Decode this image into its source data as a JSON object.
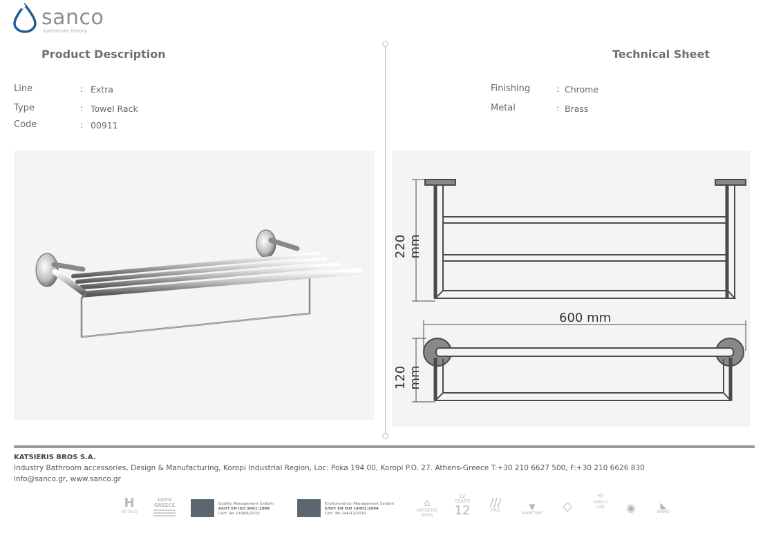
{
  "brand": {
    "name": "sanco",
    "tagline": "bathroom theory"
  },
  "left": {
    "heading": "Product Description",
    "fields": [
      {
        "label": "Line",
        "value": "Extra"
      },
      {
        "label": "Type",
        "value": "Towel Rack"
      },
      {
        "label": "Code",
        "value": "00911"
      }
    ]
  },
  "right": {
    "heading": "Technical Sheet",
    "fields": [
      {
        "label": "Finishing",
        "value": "Chrome"
      },
      {
        "label": "Metal",
        "value": "Brass"
      }
    ]
  },
  "separator": ":",
  "dimensions": {
    "height": "220 mm",
    "width": "600 mm",
    "depth": "120 mm"
  },
  "footer": {
    "company": "KATSIERIS BROS S.A.",
    "address": "Industry Bathroom accessories, Design & Manufacturing, Koropi Industrial Region, Loc: Poka 194 00, Koropi P.O. 27. Athens-Greece   T:+30 210 6627 500, F:+30 210 6626 830",
    "contact": "info@sanco.gr, www.sanco.gr",
    "cert1": {
      "title": "Quality Management System",
      "std": "ΕΛΟΤ EN ISO 9001:2008",
      "no": "Cert. No 1008/6/2010"
    },
    "cert2": {
      "title": "Environmental Management System",
      "std": "ΕΛΟΤ EN ISO 14001:2004",
      "no": "Cert. No 144/11/2010"
    },
    "badges": [
      {
        "icon": "hotels-icon",
        "label": "HOTELS"
      },
      {
        "icon": "greece-icon",
        "label": "100% GREECE"
      },
      {
        "icon": "katsieris-bros-icon",
        "label": "KATSIERIS BROS"
      },
      {
        "icon": "years-icon",
        "label": "12 YEARS"
      },
      {
        "icon": "pro-icon",
        "label": "PRO"
      },
      {
        "icon": "maritime-icon",
        "label": "MARITIME"
      },
      {
        "icon": "shield-icon",
        "label": ""
      },
      {
        "icon": "sanco-lab-icon",
        "label": "SANCO LAB"
      },
      {
        "icon": "eco-icon",
        "label": ""
      },
      {
        "icon": "nano-icon",
        "label": "NANO"
      }
    ]
  }
}
